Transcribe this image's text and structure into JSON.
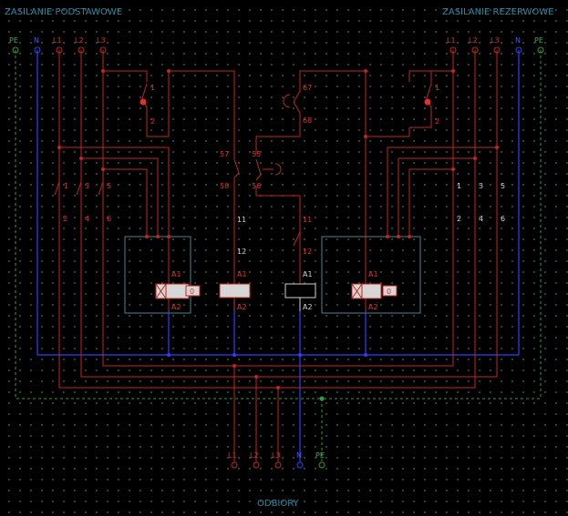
{
  "titles": {
    "primary": "ZASILANIE PODSTAWOWE",
    "backup": "ZASILANIE REZERWOWE",
    "loads": "ODBIORY"
  },
  "terminals": {
    "left": [
      "PE",
      "N",
      "L1",
      "L2",
      "L3"
    ],
    "right": [
      "L1",
      "L2",
      "L3",
      "N",
      "PE"
    ],
    "bottom": [
      "L1",
      "L2",
      "L3",
      "N",
      "PE"
    ]
  },
  "contactors": {
    "left": {
      "a1": "A1",
      "a2": "A2",
      "state": "0",
      "contacts_top": [
        "1",
        "3",
        "5"
      ],
      "contacts_bottom": [
        "2",
        "4",
        "6"
      ]
    },
    "right": {
      "a1": "A1",
      "a2": "A2",
      "state": "0",
      "contacts_top": [
        "1",
        "3",
        "5"
      ],
      "contacts_bottom": [
        "2",
        "4",
        "6"
      ]
    },
    "center_relay": {
      "a1": "A1",
      "a2": "A2"
    },
    "timer_relay": {
      "a1": "A1",
      "a2": "A2",
      "contact_in": "11",
      "contact_out": "12"
    }
  },
  "aux_contacts": {
    "breaker_left": [
      "1",
      "2"
    ],
    "breaker_right": [
      "1",
      "2"
    ],
    "nc_57": "57",
    "nc_58": "58",
    "no_55": "55",
    "no_56": "56",
    "timer_67": "67",
    "timer_68": "68",
    "relay_11": "11",
    "relay_12": "12"
  },
  "colors": {
    "phase": "#c1271f",
    "neutral": "#2f3fff",
    "earth": "#2f9d3a",
    "enclosure": "#4a8590",
    "coil_fill": "#d6d6d6"
  }
}
